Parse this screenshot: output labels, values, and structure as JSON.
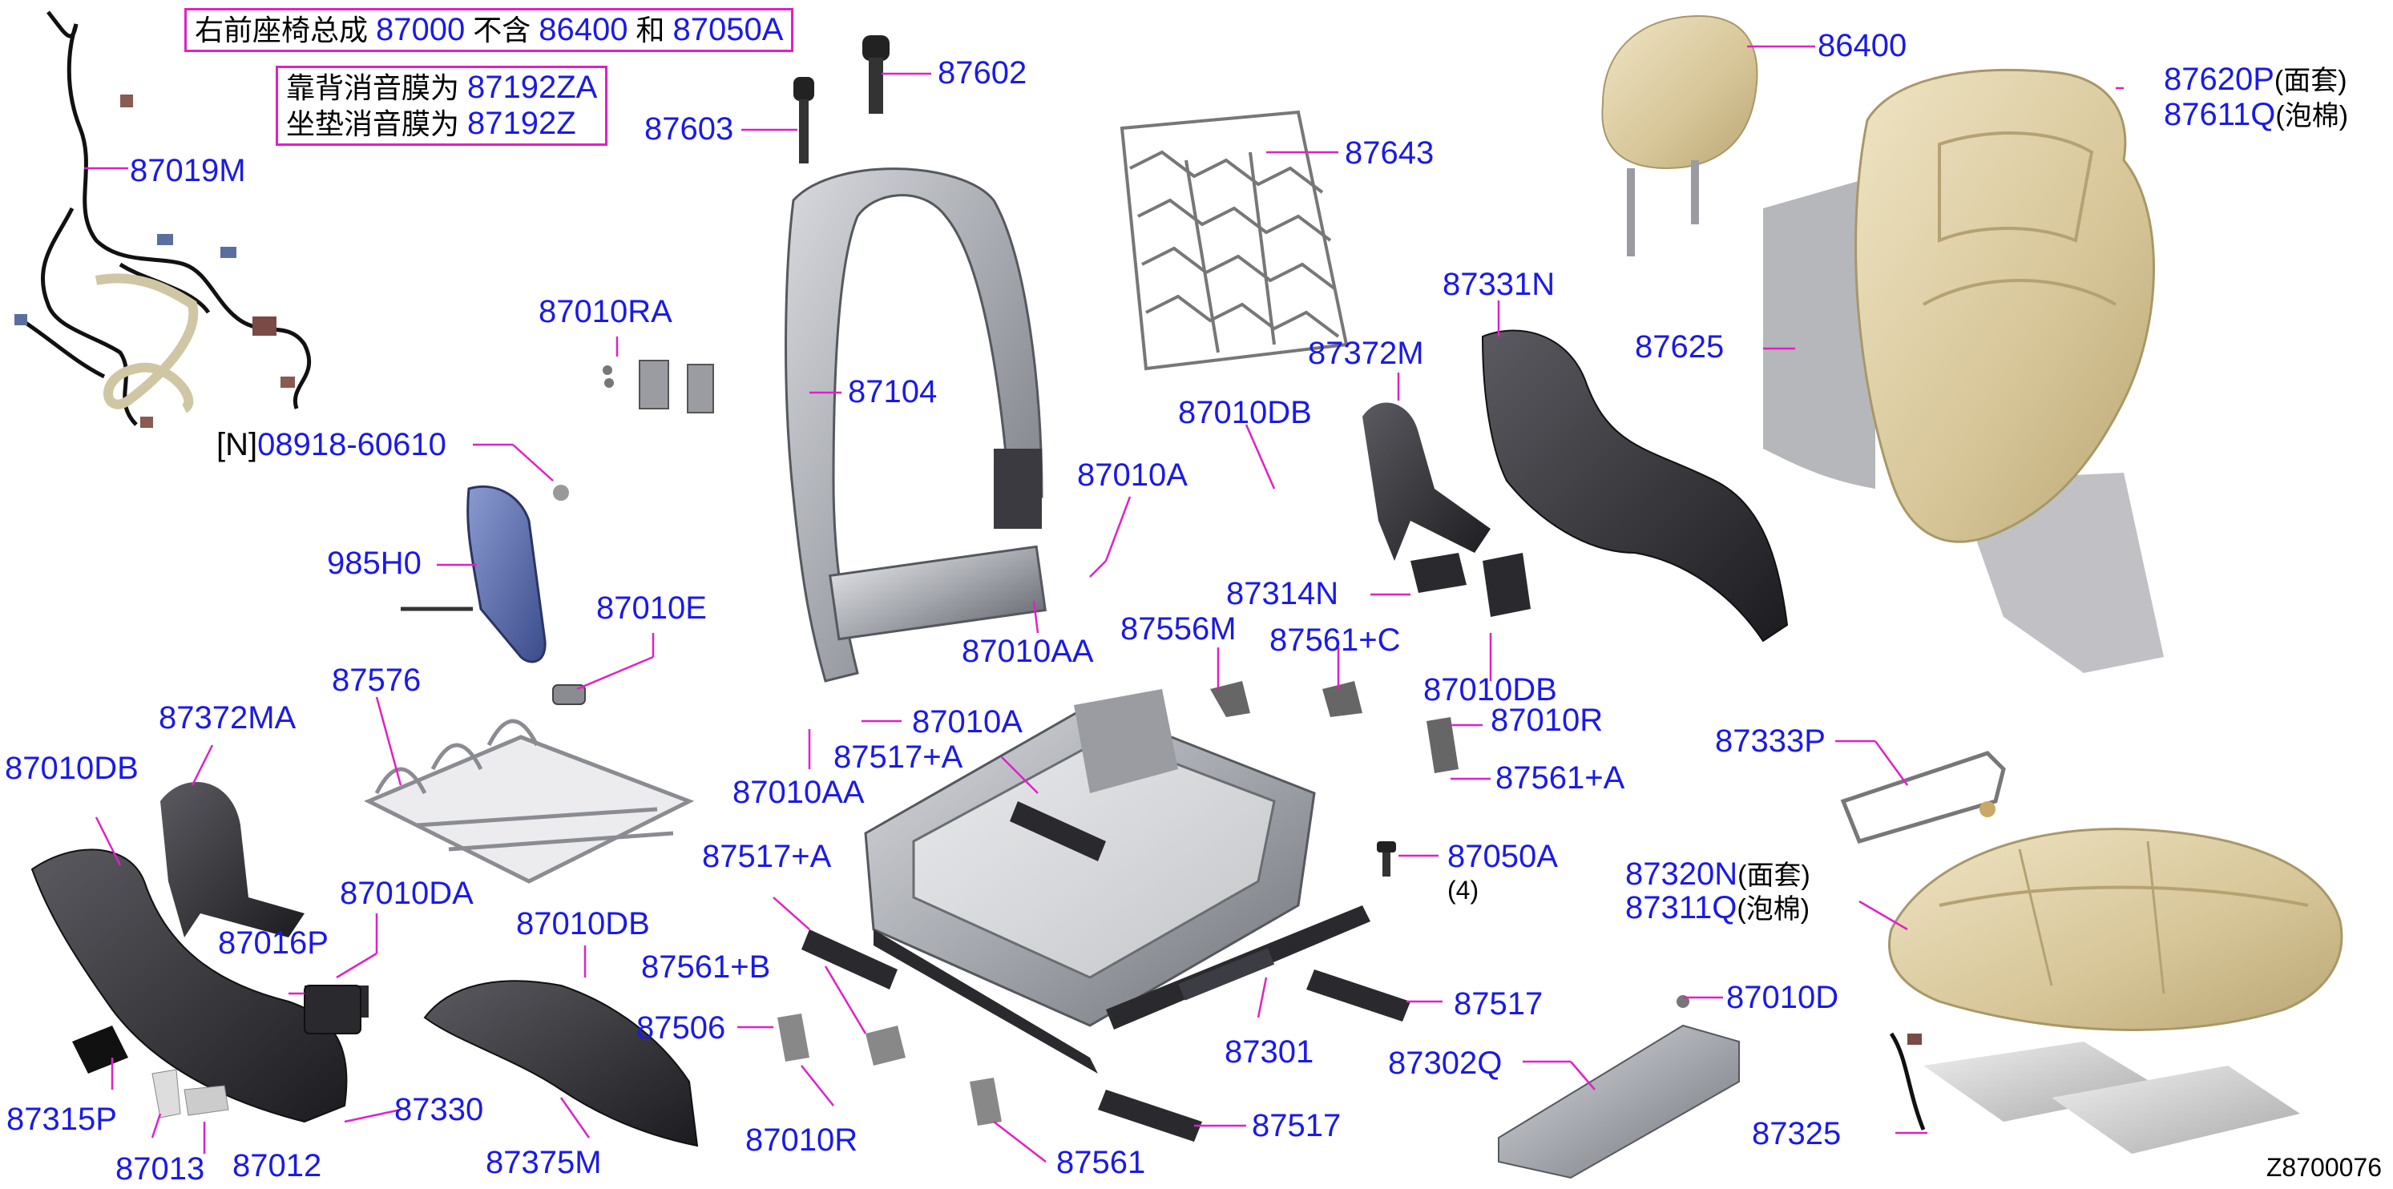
{
  "notes": {
    "assembly": {
      "pre": "右前座椅总成 ",
      "p1": "87000",
      "mid1": " 不含 ",
      "p2": "86400",
      "mid2": " 和 ",
      "p3": "87050A"
    },
    "backrest": {
      "pre": "靠背消音膜为 ",
      "num": "87192ZA"
    },
    "cushion": {
      "pre": "坐垫消音膜为 ",
      "num": "87192Z"
    }
  },
  "labels": {
    "l87019M": "87019M",
    "l08918": "08918-60610",
    "l08918_prefix": "[N]",
    "l985H0": "985H0",
    "l87010E": "87010E",
    "l87576": "87576",
    "l87372MA": "87372MA",
    "l87010DB_left": "87010DB",
    "l87010DA": "87010DA",
    "l87016P": "87016P",
    "l87010DB_mid": "87010DB",
    "l87315P": "87315P",
    "l87013": "87013",
    "l87012": "87012",
    "l87330": "87330",
    "l87375M": "87375M",
    "l87603": "87603",
    "l87602": "87602",
    "l87010RA": "87010RA",
    "l87104": "87104",
    "l87010A_top": "87010A",
    "l87010AA_top": "87010AA",
    "l87010A_mid": "87010A",
    "l87010AA_mid": "87010AA",
    "l87517A_top": "87517+A",
    "l87517A_left": "87517+A",
    "l87561B": "87561+B",
    "l87506": "87506",
    "l87010R_bot": "87010R",
    "l87561_bot": "87561",
    "l87517_bot": "87517",
    "l87301": "87301",
    "l87517_right": "87517",
    "l87556M": "87556M",
    "l87561C": "87561+C",
    "l87643": "87643",
    "l87372M": "87372M",
    "l87010DB_right": "87010DB",
    "l87314N": "87314N",
    "l87331N": "87331N",
    "l87010DB_lower": "87010DB",
    "l87010R_right": "87010R",
    "l87561A": "87561+A",
    "l87050A": "87050A",
    "l87050A_qty": "(4)",
    "l86400": "86400",
    "l87620P": "87620P",
    "l87620P_cn": "(面套)",
    "l87611Q": "87611Q",
    "l87611Q_cn": "(泡棉)",
    "l87625": "87625",
    "l87333P": "87333P",
    "l87320N": "87320N",
    "l87320N_cn": "(面套)",
    "l87311Q": "87311Q",
    "l87311Q_cn": "(泡棉)",
    "l87010D": "87010D",
    "l87302Q": "87302Q",
    "l87325": "87325"
  },
  "diagram_code": "Z8700076",
  "colors": {
    "label": "#1a1ae6",
    "leader": "#e020c8",
    "note_border": "#e020c8",
    "frame": "#a8aab0",
    "trim": "#d9c9a0",
    "plastic": "#3a3a3e",
    "blue_part": "#5a6fb0"
  }
}
